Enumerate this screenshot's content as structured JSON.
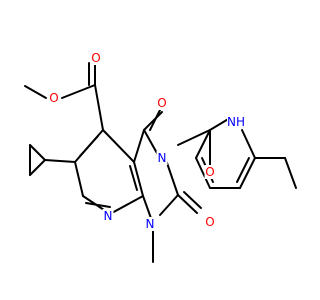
{
  "structure": {
    "atoms": [
      {
        "symbol": "O",
        "role": "ester carbonyl oxygen",
        "color": "#ff0000"
      },
      {
        "symbol": "O",
        "role": "ester oxygen",
        "color": "#ff0000"
      },
      {
        "symbol": "O",
        "role": "C4 carbonyl oxygen",
        "color": "#ff0000"
      },
      {
        "symbol": "N",
        "role": "N3 ring nitrogen",
        "color": "#0000ff"
      },
      {
        "symbol": "O",
        "role": "amide carbonyl oxygen",
        "color": "#ff0000"
      },
      {
        "symbol": "NH",
        "role": "amide nitrogen",
        "color": "#0000ff"
      },
      {
        "symbol": "N",
        "role": "pyridine nitrogen",
        "color": "#0000ff"
      },
      {
        "symbol": "N",
        "role": "N1 ring nitrogen",
        "color": "#0000ff"
      },
      {
        "symbol": "O",
        "role": "C2 carbonyl oxygen",
        "color": "#ff0000"
      }
    ],
    "bond_color": "#000000",
    "background": "#ffffff"
  }
}
